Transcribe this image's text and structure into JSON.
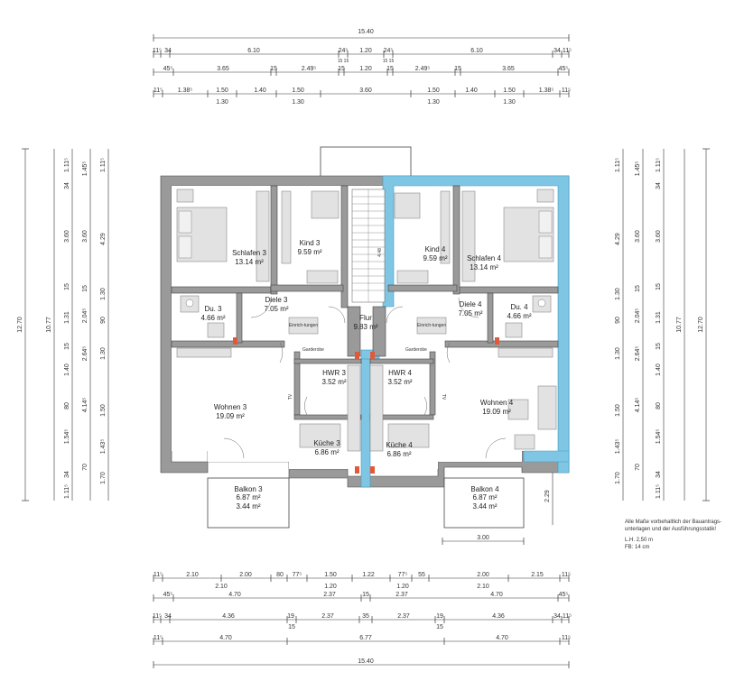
{
  "top_dims": {
    "total": "15.40",
    "row1": [
      "11⁵",
      "34",
      "6.10",
      "24⁵",
      "1.20",
      "24⁵",
      "6.10",
      "34",
      "11⁵"
    ],
    "row1_sub": [
      "15 15",
      "15 15"
    ],
    "row2": [
      "45⁵",
      "3.65",
      "15",
      "2.49⁵",
      "15",
      "1.20",
      "15",
      "2.49⁵",
      "15",
      "3.65",
      "45⁵"
    ],
    "row3": [
      "11⁵",
      "1.38⁵",
      "1.50",
      "1.40",
      "1.50",
      "3.60",
      "1.50",
      "1.40",
      "1.50",
      "1.38⁵",
      "11⁵"
    ],
    "row3_sub": [
      "1.30",
      "1.30",
      "1.30",
      "1.30"
    ]
  },
  "bottom_dims": {
    "row1": [
      "11⁵",
      "2.10",
      "2.00",
      "80",
      "77⁵",
      "1.50",
      "1.22",
      "77⁵",
      "55",
      "2.00",
      "2.15",
      "11⁵"
    ],
    "row1_sub": [
      "2.10",
      "1.20",
      "1.20",
      "2.10"
    ],
    "row2": [
      "45⁵",
      "4.70",
      "2.37",
      "15",
      "2.37",
      "4.70",
      "45⁵"
    ],
    "row3": [
      "11⁵",
      "34",
      "4.36",
      "19",
      "2.37",
      "35",
      "2.37",
      "19",
      "4.36",
      "34",
      "11⁵"
    ],
    "row3_sub": [
      "15",
      "15"
    ],
    "row4": [
      "11⁵",
      "4.70",
      "6.77",
      "4.70",
      "11⁵"
    ],
    "total": "15.40",
    "balkon_width": "3.00"
  },
  "left_dims": {
    "total": "12.70",
    "inner": "10.77",
    "col_a": [
      "1.11⁵",
      "34",
      "3.60",
      "15",
      "1.31",
      "15",
      "1.40",
      "80",
      "1.54⁵",
      "34",
      "1.11⁵"
    ],
    "col_b": [
      "1.45⁵",
      "3.60",
      "15",
      "2.04⁵",
      "2.64⁵",
      "4.14⁵",
      "70"
    ],
    "col_c": [
      "1.11⁵",
      "4.29",
      "1.30",
      "90",
      "1.30",
      "1.50",
      "1.43⁵",
      "1.70"
    ]
  },
  "right_dims": {
    "total": "12.70",
    "inner": "10.77",
    "col_a": [
      "1.11⁵",
      "4.29",
      "1.30",
      "90",
      "1.30",
      "1.50",
      "1.43⁵",
      "1.70"
    ],
    "col_b": [
      "1.45⁵",
      "3.60",
      "15",
      "2.04⁵",
      "2.64⁵",
      "4.14⁵",
      "70"
    ],
    "col_c": [
      "1.11⁵",
      "34",
      "3.60",
      "15",
      "1.31",
      "15",
      "1.40",
      "80",
      "1.54⁵",
      "34",
      "1.11⁵"
    ],
    "side": "2.29"
  },
  "rooms": {
    "schlafen3": {
      "name": "Schlafen 3",
      "area": "13.14 m²"
    },
    "kind3": {
      "name": "Kind 3",
      "area": "9.59 m²"
    },
    "kind4": {
      "name": "Kind 4",
      "area": "9.59 m²"
    },
    "schlafen4": {
      "name": "Schlafen 4",
      "area": "13.14 m²"
    },
    "du3": {
      "name": "Du. 3",
      "area": "4.66 m²"
    },
    "diele3": {
      "name": "Diele 3",
      "area": "7.05 m²"
    },
    "flur": {
      "name": "Flur",
      "area": "9.83 m²"
    },
    "diele4": {
      "name": "Diele 4",
      "area": "7.05 m²"
    },
    "du4": {
      "name": "Du. 4",
      "area": "4.66 m²"
    },
    "hwr3": {
      "name": "HWR 3",
      "area": "3.52 m²"
    },
    "hwr4": {
      "name": "HWR 4",
      "area": "3.52 m²"
    },
    "wohnen3": {
      "name": "Wohnen 3",
      "area": "19.09 m²"
    },
    "wohnen4": {
      "name": "Wohnen 4",
      "area": "19.09 m²"
    },
    "kueche3": {
      "name": "Küche 3",
      "area": "6.86 m²"
    },
    "kueche4": {
      "name": "Küche 4",
      "area": "6.86 m²"
    },
    "balkon3": {
      "name": "Balkon 3",
      "area": "6.87 m²",
      "area2": "3.44 m²"
    },
    "balkon4": {
      "name": "Balkon 4",
      "area": "6.87 m²",
      "area2": "3.44 m²"
    }
  },
  "labels": {
    "garderobe": "Garderobe",
    "einrichtung": "Einrich-tungen",
    "tv": "TV",
    "stair": "4.48"
  },
  "notes": {
    "line1": "Alle Maße vorbehaltlich der Bauantrags-",
    "line2": "unterlagen und der Ausführungsstatik!",
    "line3": "L.H. 2,50 m",
    "line4": "FB: 14 cm"
  },
  "colors": {
    "wall": "#9a9a9a",
    "highlight": "#7fc6e4",
    "marker": "#e05a3a"
  }
}
